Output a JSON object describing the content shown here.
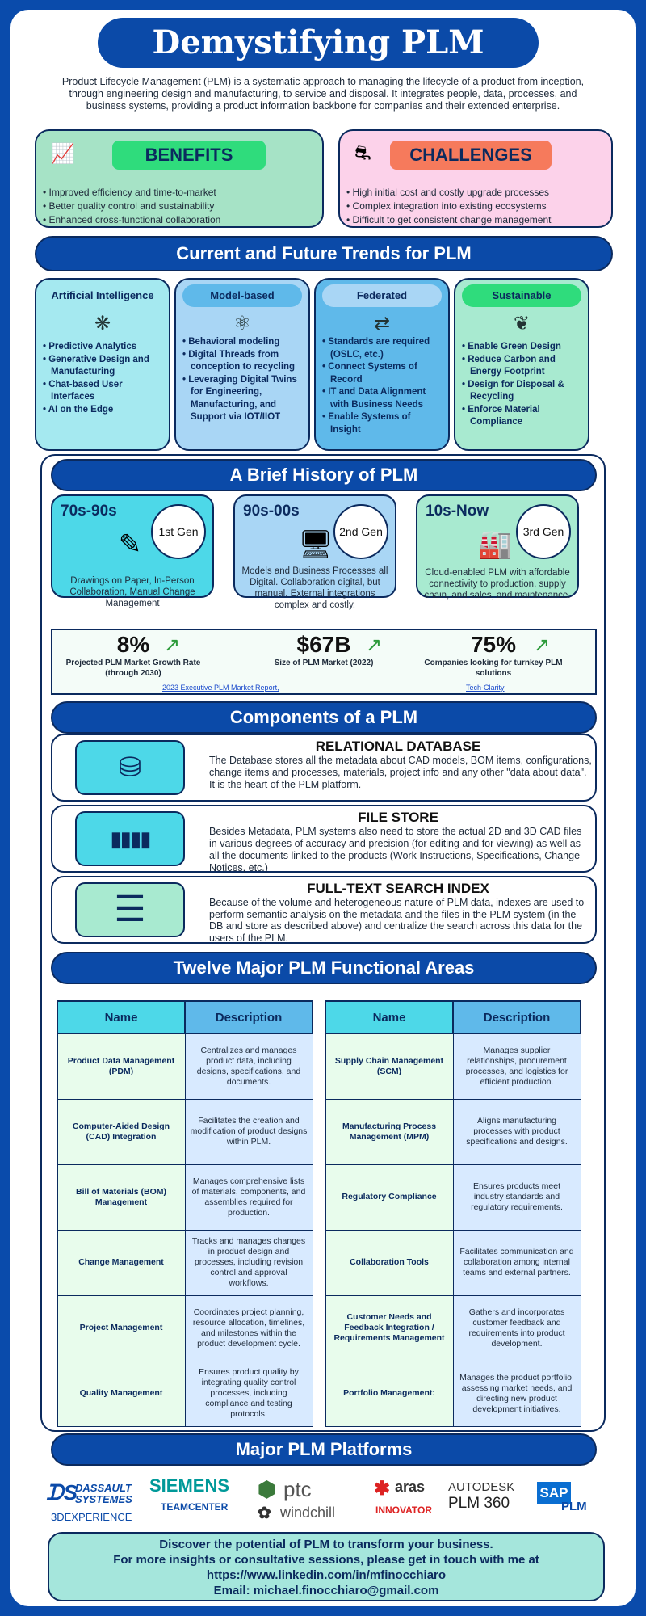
{
  "title": "Demystifying PLM",
  "intro": "Product Lifecycle Management (PLM) is a systematic approach to managing the lifecycle of a product from inception, through engineering design and manufacturing, to service and disposal. It integrates people, data, processes, and business systems, providing a product information backbone for companies and their extended enterprise.",
  "benefits": {
    "heading": "BENEFITS",
    "items": [
      "Improved efficiency and time-to-market",
      "Better quality control and sustainability",
      "Enhanced cross-functional collaboration"
    ]
  },
  "challenges": {
    "heading": "CHALLENGES",
    "items": [
      "High initial cost and costly upgrade processes",
      "Complex integration into existing ecosystems",
      "Difficult to get consistent change management"
    ]
  },
  "trends": {
    "heading": "Current and Future Trends for PLM",
    "cards": [
      {
        "label": "Artificial Intelligence",
        "icon": "brain-icon",
        "glyph": "❋",
        "items": [
          "Predictive Analytics",
          "Generative Design and Manufacturing",
          "Chat-based User Interfaces",
          "AI on the Edge"
        ]
      },
      {
        "label": "Model-based",
        "icon": "network-icon",
        "glyph": "⚛",
        "items": [
          "Behavioral modeling",
          "Digital Threads from conception to recycling",
          "Leveraging Digital Twins for Engineering, Manufacturing, and Support via IOT/IIOT"
        ]
      },
      {
        "label": "Federated",
        "icon": "federated-docs-icon",
        "glyph": "⇄",
        "items": [
          "Standards are required (OSLC, etc.)",
          "Connect Systems of Record",
          "IT and Data Alignment with Business Needs",
          "Enable Systems of Insight"
        ]
      },
      {
        "label": "Sustainable",
        "icon": "leaf-icon",
        "glyph": "❦",
        "items": [
          "Enable Green Design",
          "Reduce Carbon and Energy Footprint",
          "Design for Disposal & Recycling",
          "Enforce Material Compliance"
        ]
      }
    ]
  },
  "history": {
    "heading": "A Brief History of PLM",
    "gens": [
      {
        "era": "70s-90s",
        "gen": "1st Gen",
        "icon": "drafting-drawing-icon",
        "glyph": "✎",
        "desc": "Drawings on Paper, In-Person Collaboration, Manual Change Management"
      },
      {
        "era": "90s-00s",
        "gen": "2nd Gen",
        "icon": "computer-monitor-icon",
        "glyph": "🖥",
        "desc": "Models and Business Processes all Digital. Collaboration digital, but manual. External integrations complex and costly."
      },
      {
        "era": "10s-Now",
        "gen": "3rd Gen",
        "icon": "factory-network-icon",
        "glyph": "🏭",
        "desc": "Cloud-enabled PLM with affordable connectivity to production, supply chain, and sales, and maintenance."
      }
    ],
    "stats": [
      {
        "value": "8%",
        "label": "Projected PLM Market Growth Rate (through 2030)"
      },
      {
        "value": "$67B",
        "label": "Size of PLM Market (2022)"
      },
      {
        "value": "75%",
        "label": "Companies looking for turnkey PLM solutions"
      }
    ],
    "source1": "2023 Executive PLM Market Report,",
    "source2": "Tech-Clarity"
  },
  "components": {
    "heading": "Components of a PLM",
    "items": [
      {
        "title": "RELATIONAL DATABASE",
        "icon": "database-icon",
        "glyph": "⛁",
        "desc": "The Database stores all the metadata about CAD models, BOM items, configurations, change items and processes, materials, project info and any other \"data about data\". It is the heart of the PLM platform."
      },
      {
        "title": "FILE STORE",
        "icon": "binders-icon",
        "glyph": "▮▮▮▮",
        "desc": "Besides Metadata, PLM systems also need to store the actual 2D and 3D CAD files in various degrees of accuracy and precision (for editing and for viewing) as well as all the documents linked to the products (Work Instructions, Specifications, Change Notices, etc.)"
      },
      {
        "title": "FULL-TEXT SEARCH INDEX",
        "icon": "index-list-icon",
        "glyph": "☰",
        "desc": "Because of the volume and heterogeneous nature of PLM data, indexes are used to perform semantic analysis on the metadata and the files in the PLM system (in the DB and store as described above) and centralize the search across this data for the users of the PLM."
      }
    ]
  },
  "functional": {
    "heading": "Twelve Major PLM Functional Areas",
    "col_name": "Name",
    "col_desc": "Description",
    "left": [
      {
        "name": "Product Data Management (PDM)",
        "desc": "Centralizes and manages product data, including designs, specifications, and documents."
      },
      {
        "name": "Computer-Aided Design (CAD) Integration",
        "desc": "Facilitates the creation and modification of product designs within PLM."
      },
      {
        "name": "Bill of Materials (BOM) Management",
        "desc": "Manages comprehensive lists of materials, components, and assemblies required for production."
      },
      {
        "name": "Change Management",
        "desc": "Tracks and manages changes in product design and processes, including revision control and approval workflows."
      },
      {
        "name": "Project Management",
        "desc": "Coordinates project planning, resource allocation, timelines, and milestones within the product development cycle."
      },
      {
        "name": "Quality Management",
        "desc": "Ensures product quality by integrating quality control processes, including compliance and testing protocols."
      }
    ],
    "right": [
      {
        "name": "Supply Chain Management (SCM)",
        "desc": "Manages supplier relationships, procurement processes, and logistics for efficient production."
      },
      {
        "name": "Manufacturing Process Management (MPM)",
        "desc": "Aligns manufacturing processes with product specifications and designs."
      },
      {
        "name": "Regulatory Compliance",
        "desc": "Ensures products meet industry standards and regulatory requirements."
      },
      {
        "name": "Collaboration Tools",
        "desc": "Facilitates communication and collaboration among internal teams and external partners."
      },
      {
        "name": "Customer Needs and Feedback Integration / Requirements Management",
        "desc": "Gathers and incorporates customer feedback and requirements into product development."
      },
      {
        "name": "Portfolio Management:",
        "desc": "Manages the product portfolio, assessing market needs, and directing new product development initiatives."
      }
    ]
  },
  "platforms": {
    "heading": "Major PLM Platforms",
    "logos": {
      "dassault1": "DASSAULT",
      "dassault2": "SYSTEMES",
      "dassault3": "3DEXPERIENCE",
      "siemens": "SIEMENS",
      "teamcenter": "TEAMCENTER",
      "ptc": "ptc",
      "windchill": "windchill",
      "aras": "aras",
      "innovator": "INNOVATOR",
      "autodesk": "AUTODESK",
      "plm360": "PLM 360",
      "sap": "SAP",
      "sapplm": "PLM"
    }
  },
  "footer": {
    "line1": "Discover the potential of PLM to transform your business.",
    "line2": "For more insights or consultative sessions, please get in touch with me at",
    "line3": "https://www.linkedin.com/in/mfinocchiaro",
    "line4": "Email: michael.finocchiaro@gmail.com"
  },
  "colors": {
    "navy": "#0b4aa8",
    "benefits_bg": "#a6e3c6",
    "challenges_bg": "#fcd2ea",
    "ai_bg": "#a5e9f0",
    "model_bg": "#a9d6f5",
    "federated_bg": "#5fb9ea",
    "sustainable_bg": "#a8ead0"
  }
}
